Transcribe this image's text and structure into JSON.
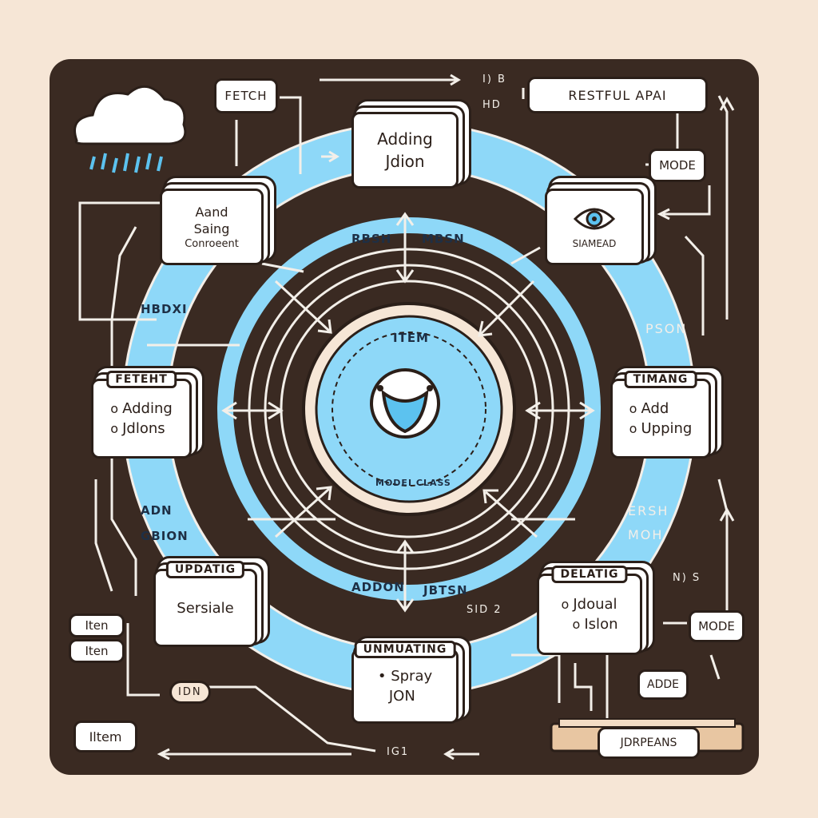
{
  "cards": {
    "fetch": "FETCH",
    "restful": "RESTFUL APAI",
    "mode_top": "MODE",
    "adding_json": [
      "Adding",
      "Jdion"
    ],
    "add_saving": [
      "Aand",
      "Saing",
      "Conroeent"
    ],
    "siamead": "SIAMEAD",
    "fetch_left_title": "FETEHT",
    "fetch_left_items": [
      "Adding",
      "Jdlons"
    ],
    "timing_title": "TIMANG",
    "timing_items": [
      "Add",
      "Upping"
    ],
    "updating_title": "UPDATIG",
    "updating_body": "Sersiale",
    "deleting_title": "DELATIG",
    "deleting_items": [
      "Jdoual",
      "Islon"
    ],
    "unmuting_title": "UNMUATING",
    "unmuting_items": [
      "Spray",
      "JON"
    ],
    "item_a": "Iten",
    "item_b": "Iten",
    "item_bottom": "Iltem",
    "mode_bottom": "MODE",
    "adde": "ADDE",
    "jdrpeans": "JDRPEANS"
  },
  "labels": {
    "item_center": "ITEM",
    "model_class": "MODEI CLASS",
    "rbsh": "RBSH",
    "mbsn": "MBSN",
    "hbdxi": "HBDXI",
    "pson": "PSON",
    "adn": "ADN",
    "gbion": "GBION",
    "ersh": "ERSH",
    "moh": "MOH",
    "addon": "ADDON",
    "jbtsn": "JBTSN",
    "idn": "IDN",
    "sid2": "SID 2",
    "ns": "N) S",
    "ib": "I) B",
    "hd": "HD",
    "ig1": "IG1"
  },
  "colors": {
    "board": "#3a2a22",
    "ring": "#8ed8f8",
    "ring_dark": "#5cc2ef",
    "ink": "#2b1f19",
    "paper": "#f6e6d6"
  }
}
